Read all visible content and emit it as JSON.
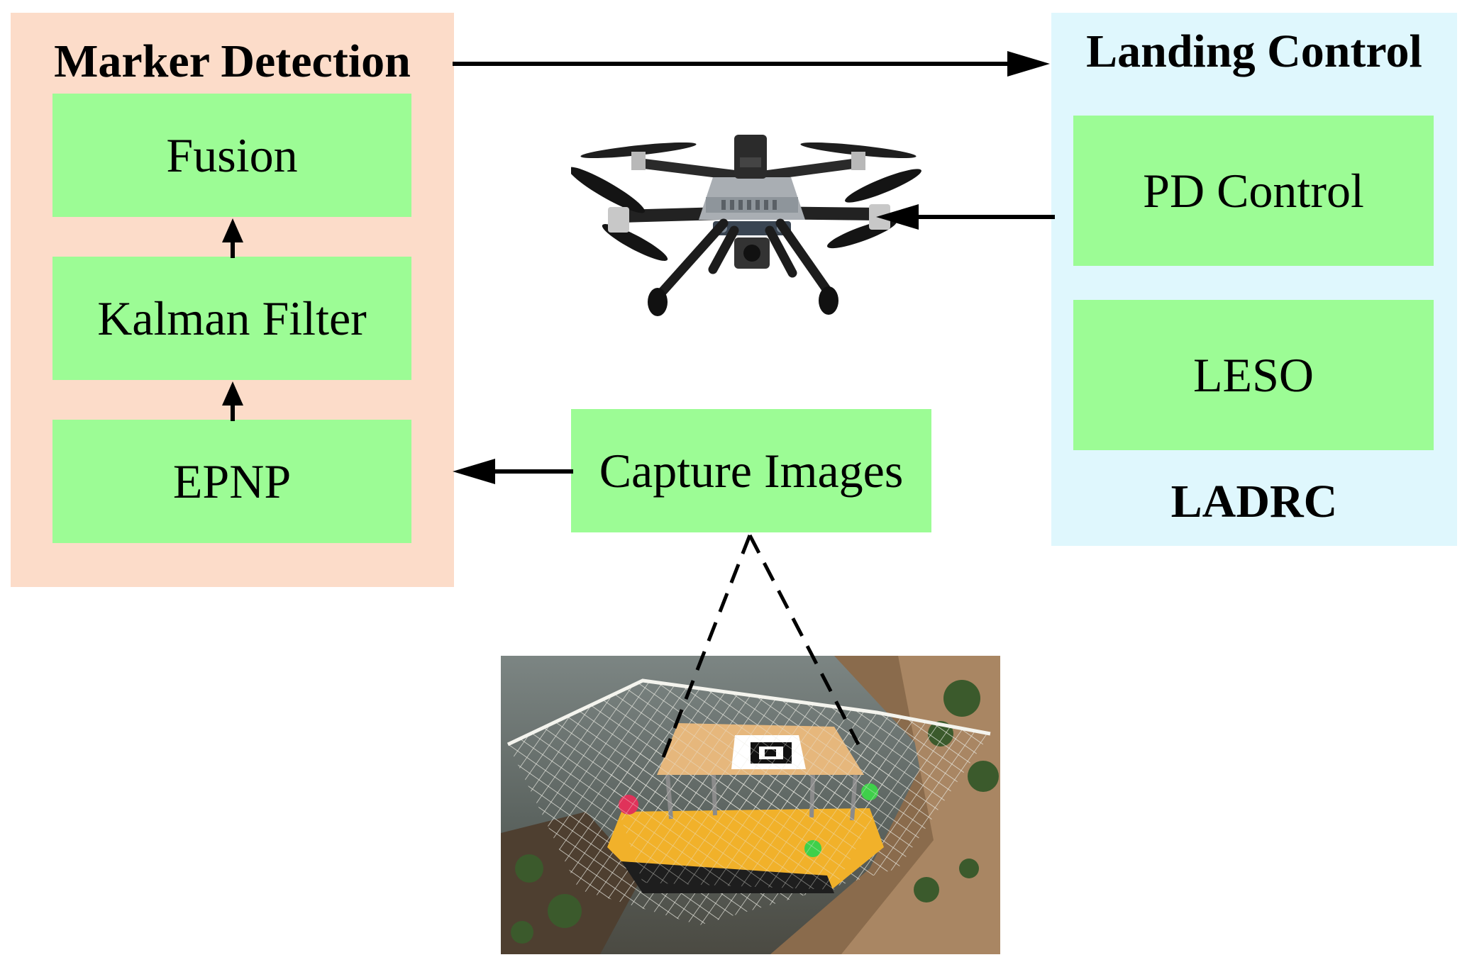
{
  "marker_detection": {
    "title": "Marker Detection",
    "steps": [
      "Fusion",
      "Kalman Filter",
      "EPNP"
    ]
  },
  "landing_control": {
    "title": "Landing Control",
    "blocks": [
      "PD Control",
      "LESO"
    ],
    "group_label": "LADRC"
  },
  "capture": {
    "label": "Capture Images"
  },
  "colors": {
    "marker_panel": "#FCDCC9",
    "landing_panel": "#DFF7FD",
    "block": "#9CFC95",
    "arrow": "#000000"
  },
  "images": {
    "drone": "quadcopter-drone",
    "boat": "unmanned-surface-boat-with-landing-marker"
  }
}
